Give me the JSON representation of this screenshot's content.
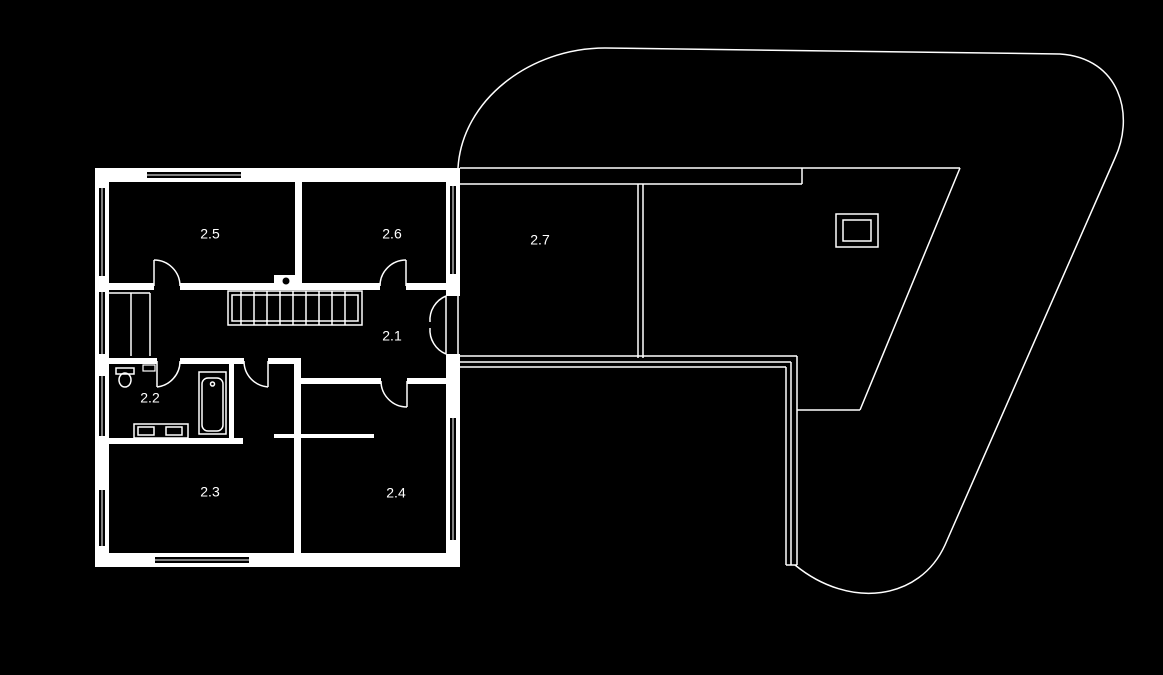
{
  "colors": {
    "background": "#000000",
    "walls": "#ffffff",
    "lines": "#ffffff",
    "labels": "#ffffff"
  },
  "rooms": [
    {
      "id": "2.1",
      "label": "2.1"
    },
    {
      "id": "2.2",
      "label": "2.2"
    },
    {
      "id": "2.3",
      "label": "2.3"
    },
    {
      "id": "2.4",
      "label": "2.4"
    },
    {
      "id": "2.5",
      "label": "2.5"
    },
    {
      "id": "2.6",
      "label": "2.6"
    },
    {
      "id": "2.7",
      "label": "2.7"
    }
  ]
}
